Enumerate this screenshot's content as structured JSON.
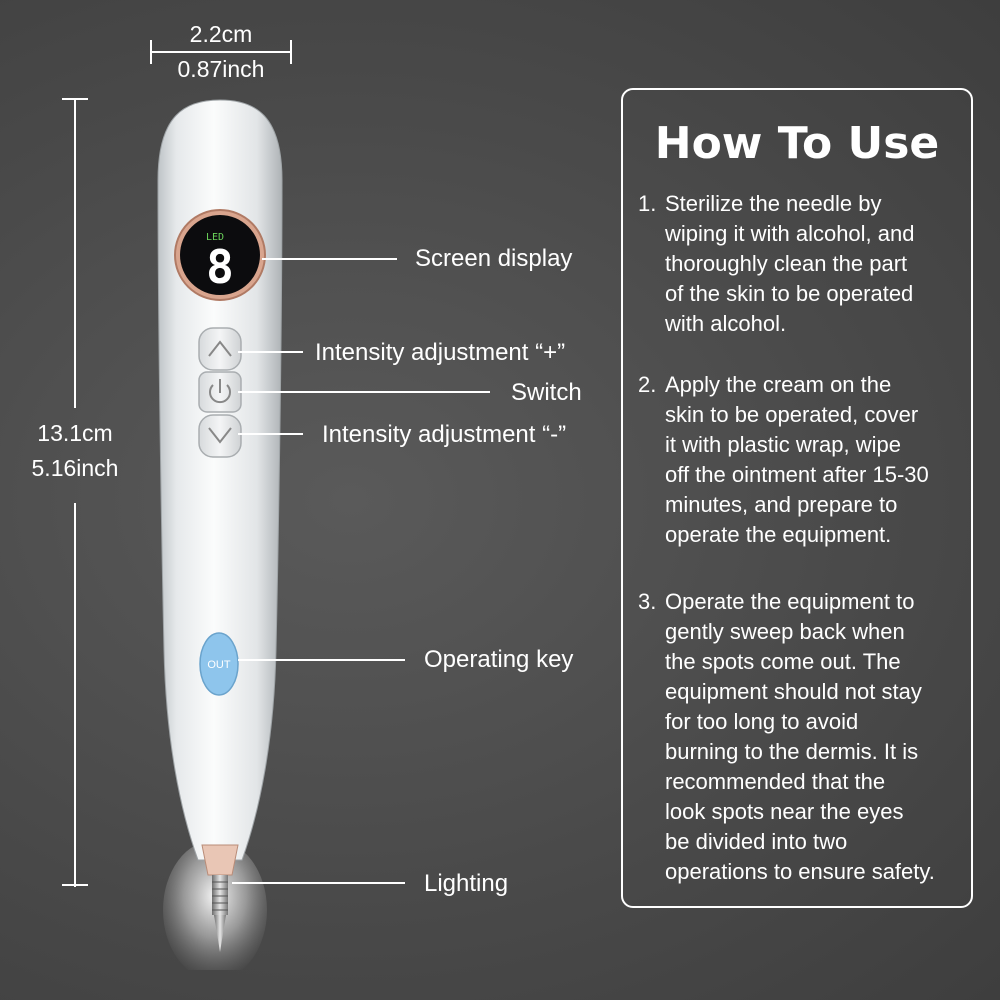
{
  "dimensions": {
    "width_cm": "2.2cm",
    "width_inch": "0.87inch",
    "height_cm": "13.1cm",
    "height_inch": "5.16inch"
  },
  "device": {
    "screen_digit": "8",
    "screen_indicator": "LED",
    "operating_key_text": "OUT",
    "body_color": "#e9ecee",
    "key_color": "#8ec5ec"
  },
  "callouts": {
    "screen_display": "Screen display",
    "intensity_plus": "Intensity adjustment “+”",
    "switch": "Switch",
    "intensity_minus": "Intensity adjustment “-”",
    "operating_key": "Operating key",
    "lighting": "Lighting"
  },
  "how_to_use": {
    "title": "How To Use",
    "steps": [
      {
        "num": "1.",
        "lines": [
          "Sterilize the needle by",
          "wiping it with alcohol, and",
          "thoroughly clean the part",
          "of the skin to be operated",
          "with alcohol."
        ]
      },
      {
        "num": "2.",
        "lines": [
          "Apply the cream on the",
          "skin to be operated, cover",
          "it with plastic wrap, wipe",
          "off the ointment after 15-30",
          "minutes, and prepare to",
          "operate the equipment."
        ]
      },
      {
        "num": "3.",
        "lines": [
          "Operate the equipment to",
          "gently sweep back when",
          "the spots come out. The",
          "equipment should not stay",
          "for too long to avoid",
          "burning to the dermis. It is",
          "recommended that the",
          "look spots near the eyes",
          "be divided into two",
          "operations to ensure safety."
        ]
      }
    ]
  }
}
